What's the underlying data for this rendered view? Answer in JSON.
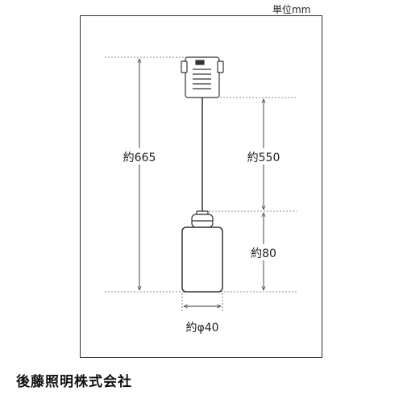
{
  "unit_label": "単位mm",
  "company_name": "後藤照明株式会社",
  "dimensions": {
    "total_height": "約665",
    "cord_length": "約550",
    "shade_height": "約80",
    "shade_diameter": "約φ40"
  }
}
